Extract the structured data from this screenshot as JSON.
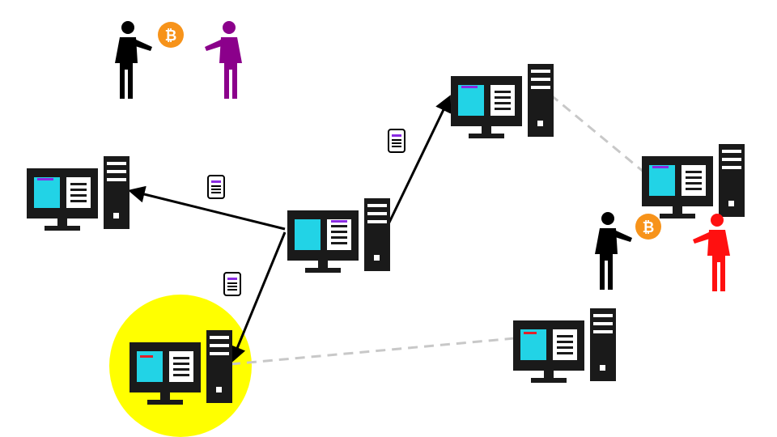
{
  "colors": {
    "background": "#ffffff",
    "computer_body": "#1a1a1a",
    "screen_panel": "#22d3e6",
    "document_panel": "#ffffff",
    "bar_purple": "#8a2be2",
    "bar_red": "#e0202a",
    "arrow": "#000000",
    "dashed_link": "#c8c8c8",
    "highlight": "#ffff00",
    "bitcoin": "#f7931a",
    "person_black": "#000000",
    "person_purple": "#8b008b",
    "person_red": "#ff1010"
  },
  "icons": {
    "computer": "desktop-computer-icon",
    "document": "document-icon",
    "bitcoin": "bitcoin-coin-icon",
    "person": "person-icon"
  },
  "bitcoin_symbol": "₿",
  "nodes": [
    {
      "id": "center",
      "bar": "purple",
      "highlighted": false
    },
    {
      "id": "left",
      "bar": "purple",
      "highlighted": false
    },
    {
      "id": "top",
      "bar": "purple",
      "highlighted": false
    },
    {
      "id": "right",
      "bar": "purple",
      "highlighted": false
    },
    {
      "id": "bottom-left",
      "bar": "red",
      "highlighted": true
    },
    {
      "id": "bottom-right",
      "bar": "red",
      "highlighted": false
    }
  ],
  "edges": [
    {
      "from": "center",
      "to": "left",
      "style": "arrow",
      "carries_document": true
    },
    {
      "from": "center",
      "to": "top",
      "style": "arrow",
      "carries_document": true
    },
    {
      "from": "center",
      "to": "bottom-left",
      "style": "arrow",
      "carries_document": true
    },
    {
      "from": "top",
      "to": "right",
      "style": "dashed",
      "carries_document": false
    },
    {
      "from": "bottom-left",
      "to": "bottom-right",
      "style": "dashed",
      "carries_document": false
    }
  ],
  "transactions": [
    {
      "id": "tx-top-left",
      "payer": "black",
      "payee": "purple",
      "has_coin": true
    },
    {
      "id": "tx-right",
      "payer": "black",
      "payee": "red",
      "has_coin": true
    }
  ]
}
